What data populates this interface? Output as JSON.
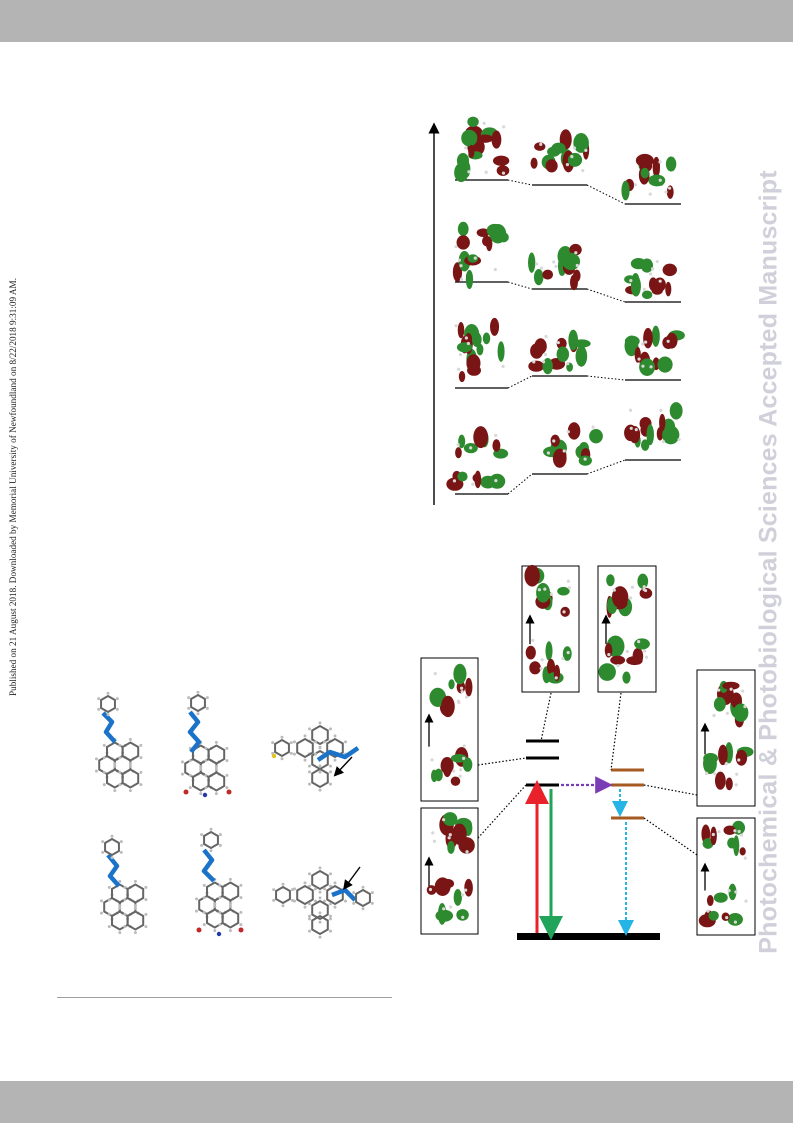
{
  "side_note": "Published on 21 August 2018. Downloaded by Memorial University of Newfoundland on 8/22/2018 9:31:09 AM.",
  "watermark": "Photochemical & Photobiological Sciences Accepted Manuscript",
  "colors": {
    "band": "#b4b4b4",
    "orbital_positive": "#7a1515",
    "orbital_negative": "#2e8a2e",
    "bond_highlight": "#1a73c9",
    "absorption_arrow": "#e8212a",
    "emission_arrow": "#22a35a",
    "isc_arrow": "#7a3db5",
    "phosphorescence_arrow": "#24b4e6",
    "triplet_level": "#a45a20",
    "ground_level": "#000000"
  },
  "icons": [
    "energy-axis-arrow",
    "transition-arrow",
    "pointer-arrow"
  ]
}
